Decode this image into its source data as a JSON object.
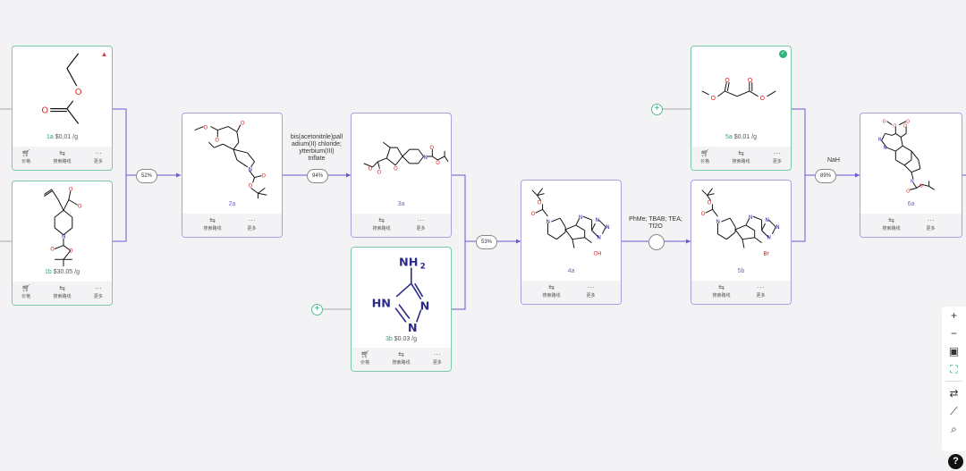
{
  "colors": {
    "start_border": "#79c9a5",
    "intermediate_border": "#a9a0e0",
    "arrow": "#6a55d8",
    "warn": "#e23b3b",
    "ok": "#2fb67c"
  },
  "cards": {
    "c1a": {
      "id": "1a",
      "price": "$0.01 /g",
      "actions": [
        "价格",
        "搜索路线",
        "更多"
      ],
      "badge": "warning-icon"
    },
    "c1b": {
      "id": "1b",
      "price": "$30.05 /g",
      "actions": [
        "价格",
        "搜索路线",
        "更多"
      ]
    },
    "c2a": {
      "id": "2a",
      "actions": [
        "搜索路线",
        "更多"
      ]
    },
    "c3a": {
      "id": "3a",
      "actions": [
        "搜索路线",
        "更多"
      ]
    },
    "c3b": {
      "id": "3b",
      "price": "$0.03 /g",
      "actions": [
        "价格",
        "搜索路线",
        "更多"
      ],
      "atoms": {
        "nh2": "NH",
        "sub2": "2",
        "hn": "HN",
        "n1": "N",
        "n2": "N"
      }
    },
    "c4a": {
      "id": "4a",
      "actions": [
        "搜索路线",
        "更多"
      ]
    },
    "c5a": {
      "id": "5a",
      "price": "$0.01 /g",
      "actions": [
        "价格",
        "搜索路线",
        "更多"
      ],
      "badge": "check-icon"
    },
    "c5b": {
      "id": "5b",
      "actions": [
        "搜索路线",
        "更多"
      ]
    },
    "c6a": {
      "id": "6a",
      "actions": [
        "搜索路线",
        "更多"
      ]
    }
  },
  "yields": {
    "y1": "52%",
    "y2": "94%",
    "y3": "53%",
    "y5": "89%"
  },
  "conditions": {
    "c2": [
      "bis(acetonitrile)pall",
      "adium(II) chloride;",
      "ytterbium(III)",
      "triflate"
    ],
    "c4": [
      "PhMe; TBAB; TEA;",
      "Tf2O"
    ],
    "c5": [
      "NaH"
    ]
  },
  "toolbar": [
    "zoom-in-icon",
    "zoom-out-icon",
    "fit-view-icon",
    "focus-icon",
    "swap-icon",
    "route-icon",
    "search-route-icon"
  ],
  "help": "?"
}
